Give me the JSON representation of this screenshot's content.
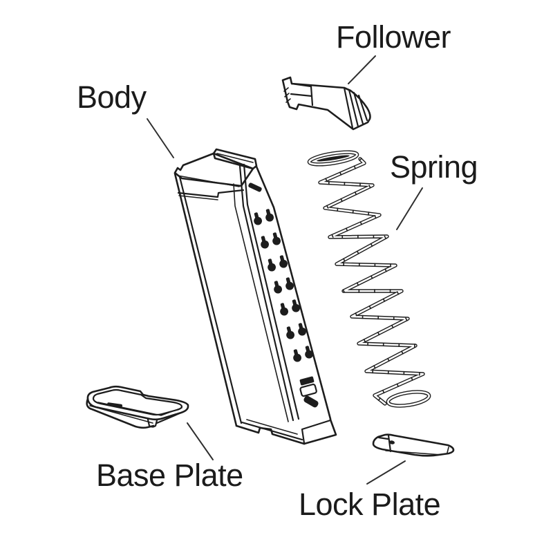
{
  "colors": {
    "background": "#ffffff",
    "line": "#1d1d1d",
    "text": "#1b1b1b",
    "leader": "#2e2e2e"
  },
  "diagram": {
    "labels": {
      "follower": "Follower",
      "body": "Body",
      "spring": "Spring",
      "base_plate": "Base Plate",
      "lock_plate": "Lock Plate"
    }
  }
}
